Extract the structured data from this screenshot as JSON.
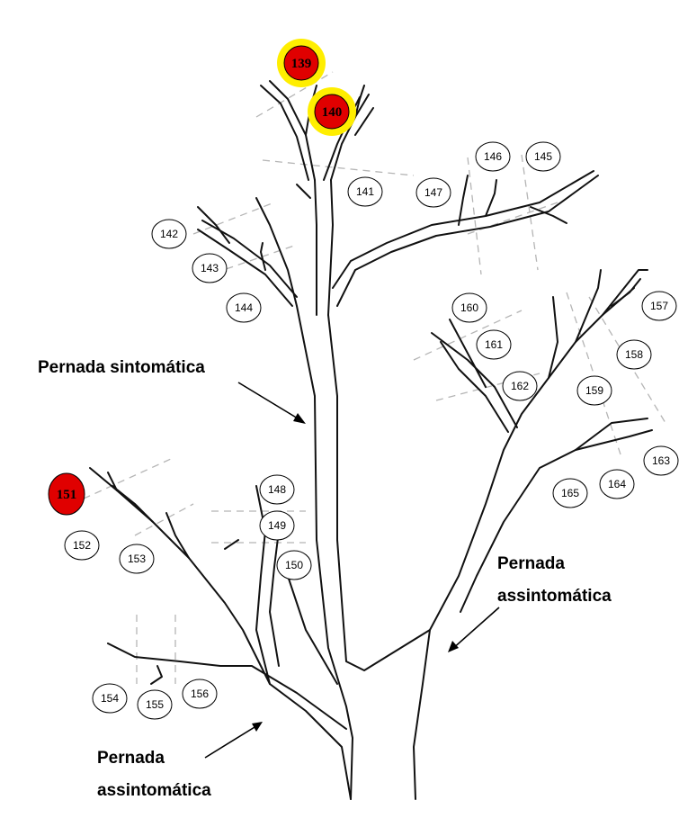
{
  "labels": {
    "symptomatic": "Pernada sintomática",
    "asymptomatic_right_line1": "Pernada",
    "asymptomatic_right_line2": "assintomática",
    "asymptomatic_left_line1": "Pernada",
    "asymptomatic_left_line2": "assintomática"
  },
  "sample_points": [
    {
      "id": "p139",
      "label": "139",
      "status": "highlighted"
    },
    {
      "id": "p140",
      "label": "140",
      "status": "highlighted"
    },
    {
      "id": "p141",
      "label": "141",
      "status": "normal"
    },
    {
      "id": "p142",
      "label": "142",
      "status": "normal"
    },
    {
      "id": "p143",
      "label": "143",
      "status": "normal"
    },
    {
      "id": "p144",
      "label": "144",
      "status": "normal"
    },
    {
      "id": "p145",
      "label": "145",
      "status": "normal"
    },
    {
      "id": "p146",
      "label": "146",
      "status": "normal"
    },
    {
      "id": "p147",
      "label": "147",
      "status": "normal"
    },
    {
      "id": "p148",
      "label": "148",
      "status": "normal"
    },
    {
      "id": "p149",
      "label": "149",
      "status": "normal"
    },
    {
      "id": "p150",
      "label": "150",
      "status": "normal"
    },
    {
      "id": "p151",
      "label": "151",
      "status": "positive"
    },
    {
      "id": "p152",
      "label": "152",
      "status": "normal"
    },
    {
      "id": "p153",
      "label": "153",
      "status": "normal"
    },
    {
      "id": "p154",
      "label": "154",
      "status": "normal"
    },
    {
      "id": "p155",
      "label": "155",
      "status": "normal"
    },
    {
      "id": "p156",
      "label": "156",
      "status": "normal"
    },
    {
      "id": "p157",
      "label": "157",
      "status": "normal"
    },
    {
      "id": "p158",
      "label": "158",
      "status": "normal"
    },
    {
      "id": "p159",
      "label": "159",
      "status": "normal"
    },
    {
      "id": "p160",
      "label": "160",
      "status": "normal"
    },
    {
      "id": "p161",
      "label": "161",
      "status": "normal"
    },
    {
      "id": "p162",
      "label": "162",
      "status": "normal"
    },
    {
      "id": "p163",
      "label": "163",
      "status": "normal"
    },
    {
      "id": "p164",
      "label": "164",
      "status": "normal"
    },
    {
      "id": "p165",
      "label": "165",
      "status": "normal"
    }
  ],
  "colors": {
    "positive_fill": "#e00000",
    "highlight_ring": "#ffee00",
    "normal_fill": "#ffffff",
    "outline": "#000000",
    "branch": "#111111",
    "sector_dash": "#b5b5b5"
  }
}
